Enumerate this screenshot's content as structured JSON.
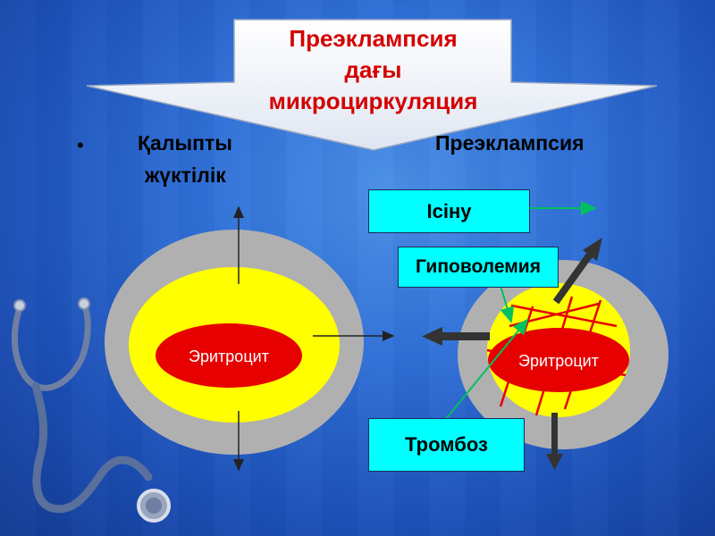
{
  "title": {
    "lines": [
      "Преэклампсия",
      "дағы",
      "микроциркуляция"
    ]
  },
  "columns": {
    "left": {
      "bullet": "•",
      "line1": "Қалыпты",
      "line2": "жүктілік"
    },
    "right": {
      "label": "Преэклампсия"
    }
  },
  "cells": {
    "left_label": "Эритроцит",
    "right_label": "Эритроцит"
  },
  "boxes": {
    "edema": "Ісіну",
    "hypovolemia": "Гиповолемия",
    "thrombosis": "Тромбоз"
  },
  "colors": {
    "title_red": "#d40000",
    "cell_yellow": "#ffff00",
    "cell_gray": "#b0b0b0",
    "erythrocyte_red": "#e60000",
    "box_cyan": "#00ffff",
    "arrow_green": "#00c060"
  },
  "icons": [
    "stethoscope-icon"
  ]
}
